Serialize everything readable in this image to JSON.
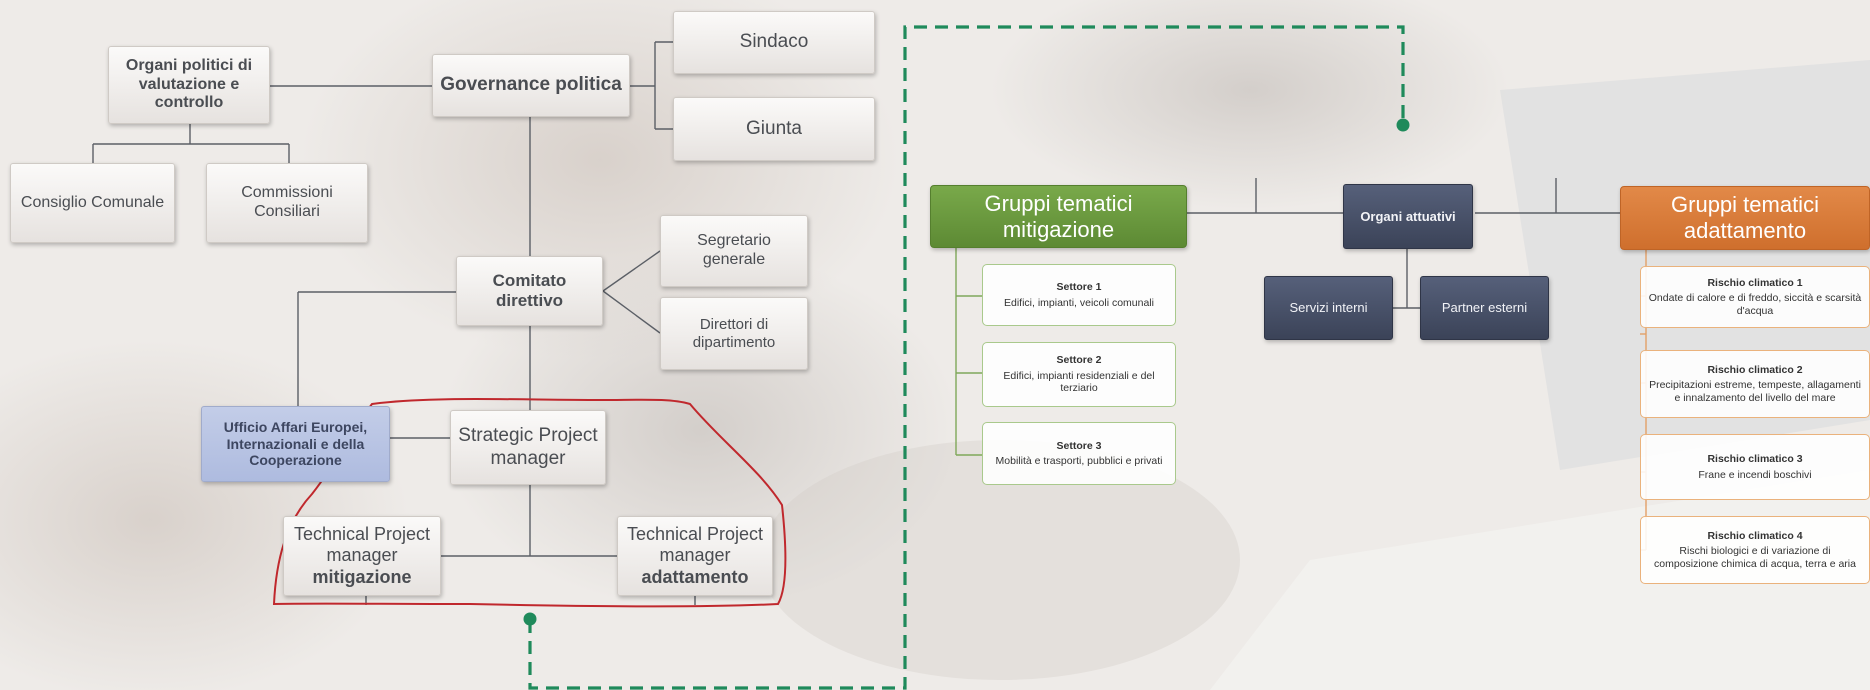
{
  "governance": {
    "organi_politici": "Organi politici di valutazione e controllo",
    "governance_politica": "Governance politica",
    "sindaco": "Sindaco",
    "giunta": "Giunta",
    "consiglio": "Consiglio Comunale",
    "commissioni": "Commissioni Consiliari",
    "comitato": "Comitato direttivo",
    "segretario": "Segretario generale",
    "direttori": "Direttori di dipartimento",
    "ufficio": "Ufficio Affari Europei, Internazionali e della Cooperazione",
    "strategic": "Strategic Project manager",
    "tpm_label": "Technical Project manager",
    "tpm_mitigazione": "mitigazione",
    "tpm_adattamento": "adattamento"
  },
  "attuazione": {
    "organi_attuativi": "Organi attuativi",
    "servizi_interni": "Servizi interni",
    "partner_esterni": "Partner esterni",
    "gruppi_mitigazione": "Gruppi tematici mitigazione",
    "gruppi_adattamento": "Gruppi tematici adattamento",
    "settori": [
      {
        "title": "Settore 1",
        "desc": "Edifici, impianti, veicoli comunali"
      },
      {
        "title": "Settore 2",
        "desc": "Edifici, impianti residenziali e del terziario"
      },
      {
        "title": "Settore 3",
        "desc": "Mobilità e trasporti, pubblici e privati"
      }
    ],
    "rischi": [
      {
        "title": "Rischio climatico 1",
        "desc": "Ondate di calore e di freddo, siccità e scarsità d'acqua"
      },
      {
        "title": "Rischio climatico 2",
        "desc": "Precipitazioni estreme, tempeste, allagamenti e innalzamento del livello del mare"
      },
      {
        "title": "Rischio climatico 3",
        "desc": "Frane e incendi boschivi"
      },
      {
        "title": "Rischio climatico 4",
        "desc": "Rischi biologici e di variazione di composizione chimica di acqua, terra e aria"
      }
    ]
  },
  "colors": {
    "green_accent": "#5d8a34",
    "orange_accent": "#cf6f2d",
    "dark_box": "#3b4358",
    "dashed_connector": "#1f8a5b",
    "highlight_outline": "#c0282d"
  }
}
